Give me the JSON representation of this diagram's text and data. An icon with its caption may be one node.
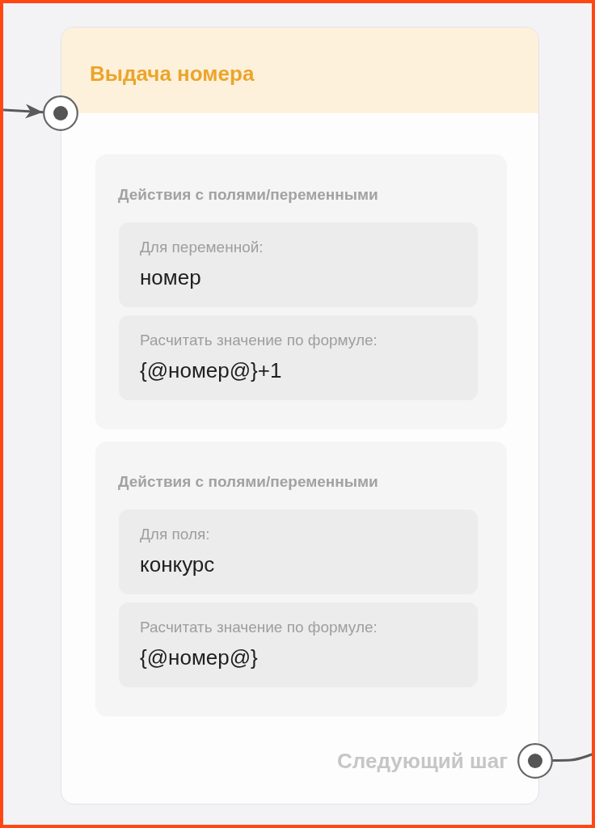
{
  "diagram": {
    "nodes": [
      {
        "text": [
          "Выдача номера"
        ]
      },
      {
        "text": [
          "Действия с полями/переменными"
        ],
        "in": 0
      },
      {
        "text": [
          "Для переменной:",
          "номер"
        ],
        "in": 1
      },
      {
        "text": [
          "Расчитать значение по формуле:",
          "{@номер@}+1"
        ],
        "in": 1
      },
      {
        "text": [
          "Действия с полями/переменными"
        ],
        "in": 0
      },
      {
        "text": [
          "Для поля:",
          "конкурс"
        ],
        "in": 4
      },
      {
        "text": [
          "Расчитать значение по формуле:",
          "{@номер@}"
        ],
        "in": 4
      },
      {
        "text": [],
        "shape": "circle"
      },
      {
        "text": [],
        "shape": "circle",
        "beside": [
          "Следующий шаг"
        ]
      }
    ],
    "edges": [
      {
        "from": null,
        "to": 7,
        "arrow": "to"
      },
      {
        "from": 8,
        "to": null,
        "arrow": "none"
      }
    ]
  }
}
